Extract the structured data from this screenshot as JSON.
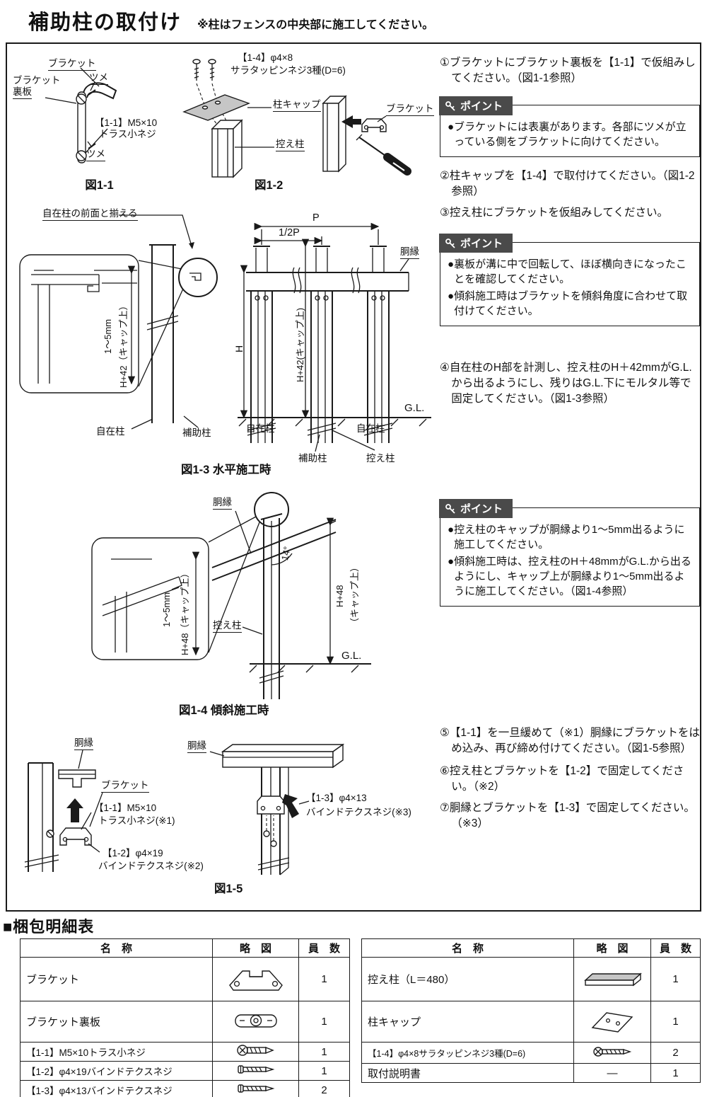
{
  "page": {
    "title": "補助柱の取付け",
    "note": "※柱はフェンスの中央部に施工してください。"
  },
  "point_label": "ポイント",
  "bullet": "●",
  "steps": {
    "s1": "①ブラケットにブラケット裏板を【1-1】で仮組みしてください。（図1-1参照）",
    "s2": "②柱キャップを【1-4】で取付けてください。（図1-2参照）",
    "s3": "③控え柱にブラケットを仮組みしてください。",
    "s4": "④自在柱のH部を計測し、控え柱のH＋42mmがG.L.から出るようにし、残りはG.L.下にモルタル等で固定してください。（図1-3参照）",
    "s5": "⑤【1-1】を一旦緩めて（※1）胴縁にブラケットをはめ込み、再び締め付けてください。（図1-5参照）",
    "s6": "⑥控え柱とブラケットを【1-2】で固定してください。（※2）",
    "s7": "⑦胴縁とブラケットを【1-3】で固定してください。（※3）"
  },
  "points": {
    "p1": [
      "ブラケットには表裏があります。各部にツメが立っている側をブラケットに向けてください。"
    ],
    "p2": [
      "裏板が溝に中で回転して、ほぼ横向きになったことを確認してください。",
      "傾斜施工時はブラケットを傾斜角度に合わせて取付けてください。"
    ],
    "p3": [
      "控え柱のキャップが胴縁より1～5mm出るように施工してください。",
      "傾斜施工時は、控え柱のH＋48mmがG.L.から出るようにし、キャップ上が胴縁より1～5mm出るように施工してください。（図1-4参照）"
    ]
  },
  "fig11": {
    "caption": "図1-1",
    "bracket": "ブラケット",
    "tsume_top": "ツメ",
    "backplate_l1": "ブラケット",
    "backplate_l2": "裏板",
    "screw_l1": "【1-1】M5×10",
    "screw_l2": "トラス小ネジ",
    "tsume_bottom": "ツメ"
  },
  "fig12": {
    "caption": "図1-2",
    "screw_l1": "【1-4】φ4×8",
    "screw_l2": "サラタッピンネジ3種(D=6)",
    "cap": "柱キャップ",
    "post": "控え柱",
    "bracket": "ブラケット"
  },
  "fig13": {
    "caption": "図1-3 水平施工時",
    "align_note": "自在柱の前面と揃える",
    "dim_p": "P",
    "dim_halfp": "1/2P",
    "rail": "胴縁",
    "dim_1_5": "1～5mm",
    "dim_h42_inset": "H+42（キャップ上）",
    "dim_h": "H",
    "dim_h42": "H+42(キャップ上)",
    "gl": "G.L.",
    "jizai_left": "自在柱",
    "hojo_left": "補助柱",
    "jizai_mid": "自在柱",
    "jizai_right": "自在柱",
    "hojo_bottom": "補助柱",
    "hikae_bottom": "控え柱"
  },
  "fig14": {
    "caption": "図1-4 傾斜施工時",
    "rail": "胴縁",
    "angle": "14°",
    "dim_1_5": "1～5mm",
    "dim_h48_inset": "H+48（キャップ上）",
    "dim_h48_l1": "H+48",
    "dim_h48_l2": "（キャップ上）",
    "hikae": "控え柱",
    "gl": "G.L."
  },
  "fig15": {
    "caption": "図1-5",
    "rail_left": "胴縁",
    "bracket": "ブラケット",
    "screw1_l1": "【1-1】M5×10",
    "screw1_l2": "トラス小ネジ(※1)",
    "screw2_l1": "【1-2】φ4×19",
    "screw2_l2": "バインドテクスネジ(※2)",
    "rail_right": "胴縁",
    "screw3_l1": "【1-3】φ4×13",
    "screw3_l2": "バインドテクスネジ(※3)"
  },
  "parts": {
    "section_title": "■梱包明細表",
    "headers": {
      "name": "名　称",
      "sketch": "略　図",
      "qty": "員　数"
    },
    "left_rows": [
      {
        "name": "ブラケット",
        "qty": "1"
      },
      {
        "name": "ブラケット裏板",
        "qty": "1"
      },
      {
        "name": "【1-1】M5×10トラス小ネジ",
        "qty": "1"
      },
      {
        "name": "【1-2】φ4×19バインドテクスネジ",
        "qty": "1"
      },
      {
        "name": "【1-3】φ4×13バインドテクスネジ",
        "qty": "2"
      }
    ],
    "right_rows": [
      {
        "name": "控え柱（L＝480）",
        "qty": "1"
      },
      {
        "name": "柱キャップ",
        "qty": "1"
      },
      {
        "name": "【1-4】φ4×8サラタッピンネジ3種(D=6)",
        "qty": "2"
      },
      {
        "name": "取付説明書",
        "sketch_text": "―",
        "qty": "1"
      }
    ]
  }
}
